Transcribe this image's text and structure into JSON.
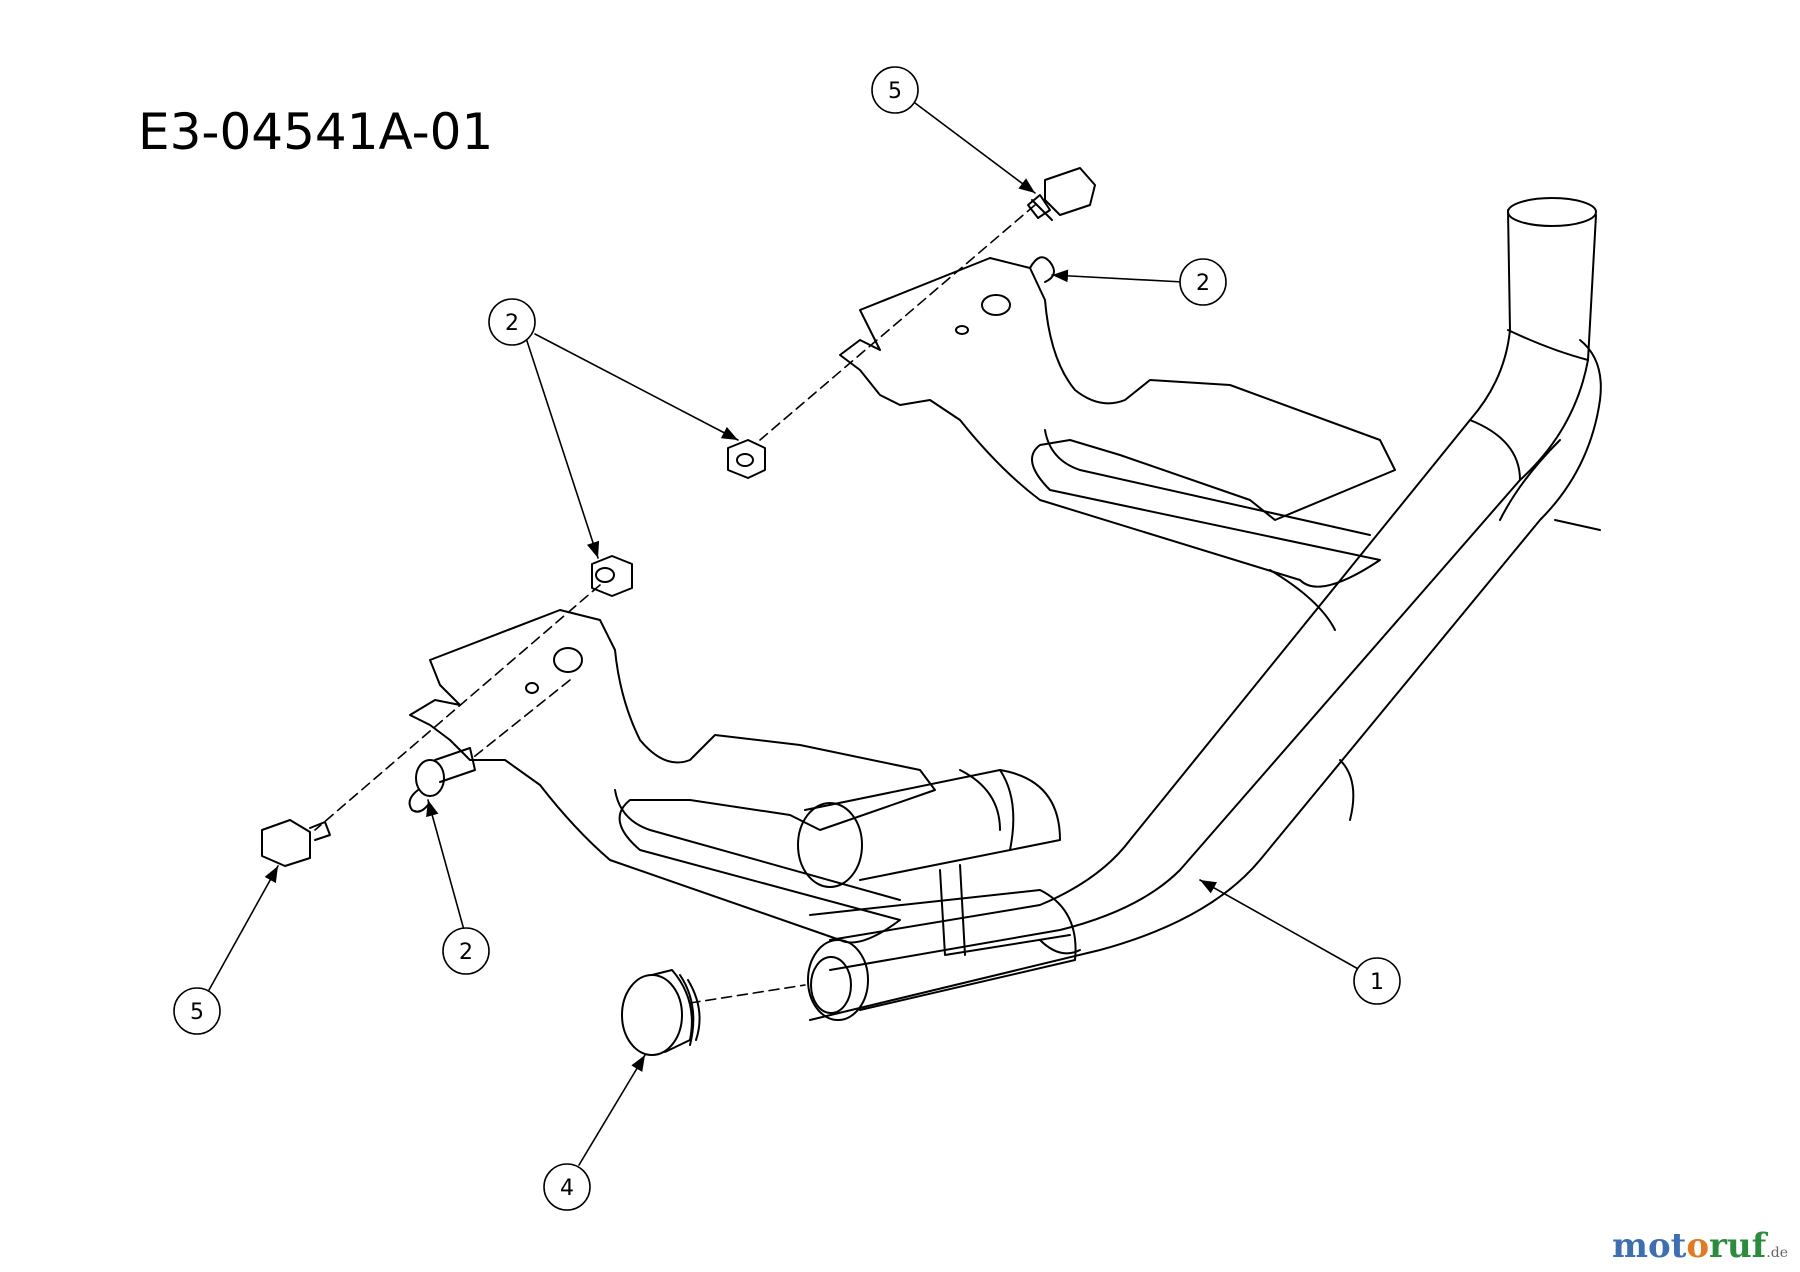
{
  "diagram_id": "E3-04541A-01",
  "callouts": [
    {
      "label": "5"
    },
    {
      "label": "2"
    },
    {
      "label": "2"
    },
    {
      "label": "5"
    },
    {
      "label": "2"
    },
    {
      "label": "4"
    },
    {
      "label": "1"
    }
  ],
  "watermark": {
    "part1": "mot",
    "part2": "o",
    "part3": "ruf",
    "suffix": ".de"
  },
  "colors": {
    "line": "#000000",
    "background": "#ffffff"
  }
}
